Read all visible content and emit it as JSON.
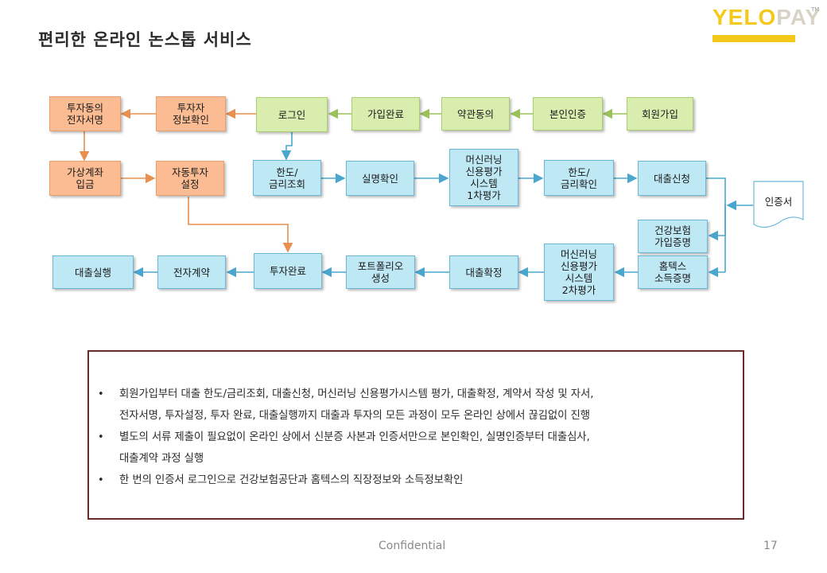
{
  "slide": {
    "title": "편리한 온라인 논스톱 서비스",
    "logo": {
      "yelo": "YELO",
      "pay": "PAY",
      "tm": "TM"
    },
    "footer": "Confidential",
    "page_number": "17"
  },
  "flow": {
    "orange": {
      "sign_contract": "투자동의\n전자서명",
      "investor_info": "투자자\n정보확인",
      "virtual_account": "가상계좌\n입금",
      "auto_invest": "자동투자\n설정"
    },
    "green": {
      "login": "로그인",
      "signup_done": "가입완료",
      "terms_agree": "약관동의",
      "identity_verify": "본인인증",
      "signup": "회원가입"
    },
    "blue": {
      "limit_rate_query": "한도/\n금리조회",
      "realname_verify": "실명확인",
      "ml_eval_1": "머신러닝\n신용평가\n시스템\n1차평가",
      "limit_rate_confirm": "한도/\n금리확인",
      "loan_apply": "대출신청",
      "health_insurance": "건강보험\n가입증명",
      "hometax": "홈텍스\n소득증명",
      "ml_eval_2": "머신러닝\n신용평가\n시스템\n2차평가",
      "loan_confirm": "대출확정",
      "portfolio": "포트폴리오\n생성",
      "invest_done": "투자완료",
      "e_contract": "전자계약",
      "loan_exec": "대출실행"
    },
    "certificate": "인증서"
  },
  "notes": [
    "회원가입부터 대출 한도/금리조회, 대출신청, 머신러닝 신용평가시스템 평가, 대출확정, 계약서 작성 및 자서,",
    "전자서명, 투자설정, 투자 완료, 대출실행까지 대출과 투자의 모든 과정이 모두 온라인 상에서 끊김없이 진행",
    "별도의 서류 제출이 필요없이 온라인 상에서 신분증 사본과 인증서만으로 본인확인, 실명인증부터 대출심사,",
    "대출계약 과정 실행",
    "한 번의 인증서 로그인으로 건강보험공단과 홈텍스의 직장정보와 소득정보확인"
  ],
  "colors": {
    "orange_fill": "#fbbc93",
    "green_fill": "#d9edaf",
    "blue_fill": "#bfe8f5",
    "note_border": "#6b2b2b",
    "logo_yellow": "#f4c91a"
  }
}
